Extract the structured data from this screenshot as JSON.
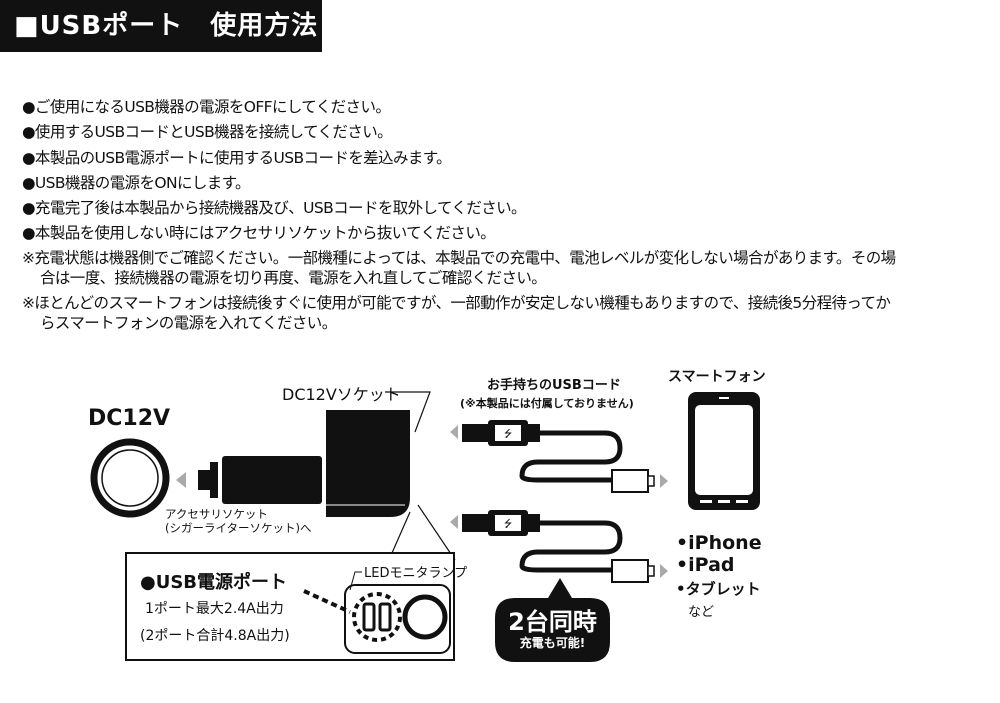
{
  "title": "■USBポート　使用方法",
  "instructions": [
    "●ご使用になるUSB機器の電源をOFFにしてください。",
    "●使用するUSBコードとUSB機器を接続してください。",
    "●本製品のUSB電源ポートに使用するUSBコードを差込みます。",
    "●USB機器の電源をONにします。",
    "●充電完了後は本製品から接続機器及び、USBコードを取外してください。",
    "●本製品を使用しない時にはアクセサリソケットから抜いてください。"
  ],
  "notes": [
    {
      "line1": "※充電状態は機器側でご確認ください。一部機種によっては、本製品での充電中、電池レベルが変化しない場合があります。その場",
      "line2": "合は一度、接続機器の電源を切り再度、電源を入れ直してご確認ください。"
    },
    {
      "line1": "※ほとんどのスマートフォンは接続後すぐに使用が可能ですが、一部動作が安定しない機種もありますので、接続後5分程待ってか",
      "line2": "らスマートフォンの電源を入れてください。"
    }
  ],
  "diagram": {
    "dc12v": "DC12V",
    "socket_label": "DC12Vソケット",
    "accessory_line1": "アクセサリソケット",
    "accessory_line2": "(シガーライターソケット)へ",
    "cord_label": "お手持ちのUSBコード",
    "cord_note": "(※本製品には付属しておりません)",
    "smartphone_label": "スマートフォン",
    "devices": [
      "•iPhone",
      "•iPad",
      "•タブレット"
    ],
    "devices_etc": "など",
    "port_title": "●USB電源ポート",
    "port_spec1": "1ポート最大2.4A出力",
    "port_spec2": "(2ポート合計4.8A出力)",
    "led_label": "LEDモニタランプ",
    "bubble_main": "2台同時",
    "bubble_sub": "充電も可能!"
  }
}
